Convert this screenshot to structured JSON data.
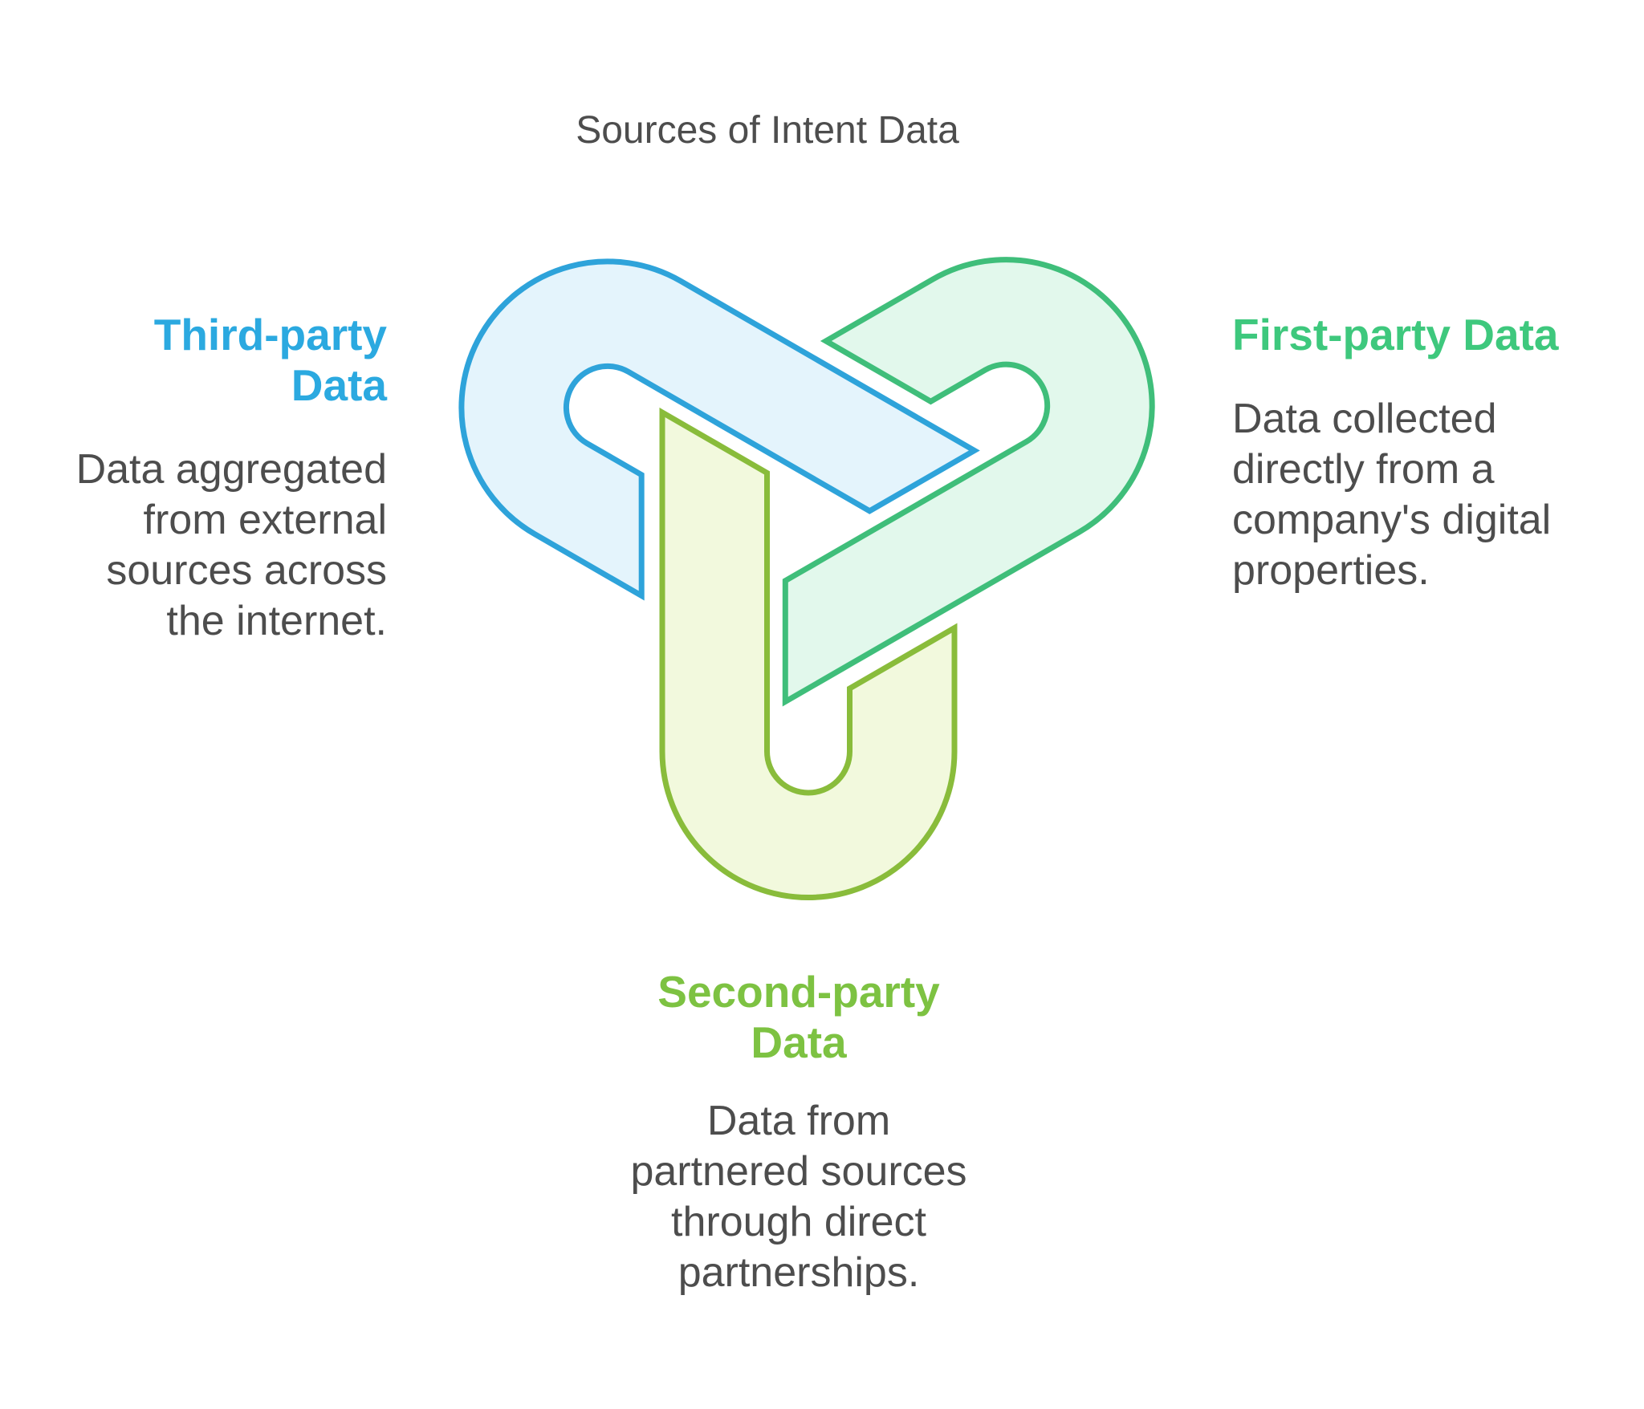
{
  "title": "Sources of Intent Data",
  "colors": {
    "background": "#FFFFFF",
    "text": "#4D4D4D",
    "third_heading": "#2BA9E0",
    "third_stroke": "#2EA3DA",
    "third_fill": "#E4F4FC",
    "first_heading": "#3EC87D",
    "first_stroke": "#3FBE7A",
    "first_fill": "#E2F8EC",
    "second_heading": "#7DC242",
    "second_stroke": "#89BC3B",
    "second_fill": "#F2F9DD"
  },
  "sections": {
    "third_party": {
      "heading": "Third-party Data",
      "body": "Data aggregated from external sources across the internet."
    },
    "first_party": {
      "heading": "First-party Data",
      "body": "Data collected directly from a company's digital properties."
    },
    "second_party": {
      "heading": "Second-party Data",
      "body": "Data from partnered sources through direct partnerships."
    }
  }
}
